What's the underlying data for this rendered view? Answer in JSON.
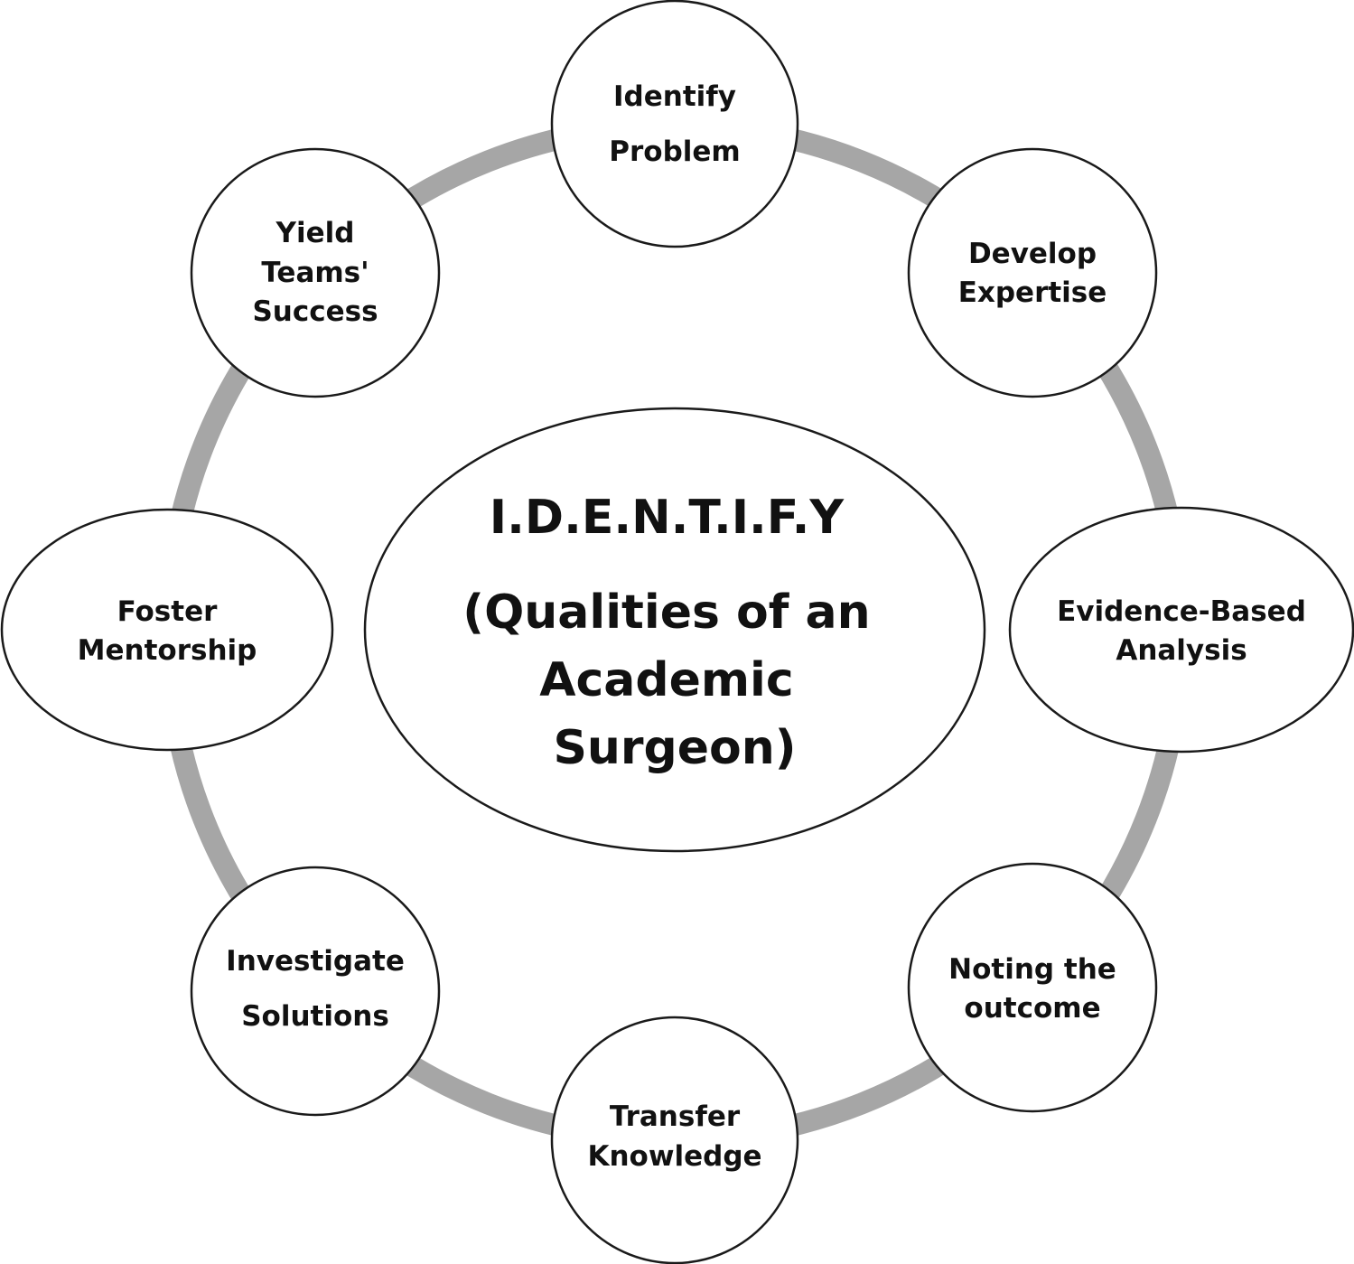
{
  "center": {
    "lines": [
      "I.D.E.N.T.I.F.Y",
      "(Qualities of an",
      "Academic",
      "Surgeon)"
    ]
  },
  "nodes": [
    {
      "id": "identify-problem",
      "lines": [
        "Identify",
        "Problem"
      ]
    },
    {
      "id": "develop-expertise",
      "lines": [
        "Develop",
        "Expertise"
      ]
    },
    {
      "id": "evidence-based-analysis",
      "lines": [
        "Evidence-Based",
        "Analysis"
      ]
    },
    {
      "id": "noting-the-outcome",
      "lines": [
        "Noting the",
        "outcome"
      ]
    },
    {
      "id": "transfer-knowledge",
      "lines": [
        "Transfer",
        "Knowledge"
      ]
    },
    {
      "id": "investigate-solutions",
      "lines": [
        "Investigate",
        "Solutions"
      ]
    },
    {
      "id": "foster-mentorship",
      "lines": [
        "Foster",
        "Mentorship"
      ]
    },
    {
      "id": "yield-teams-success",
      "lines": [
        "Yield",
        "Teams'",
        "Success"
      ]
    }
  ],
  "colors": {
    "ring": "#a6a6a6",
    "stroke": "#1a1a1a"
  }
}
